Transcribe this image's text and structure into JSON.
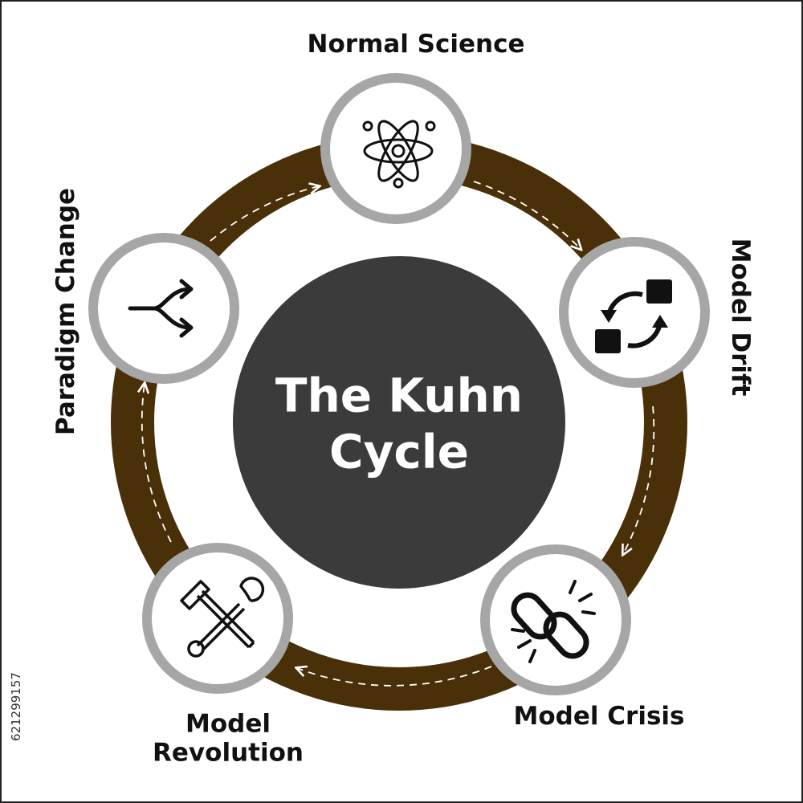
{
  "title": {
    "line1": "The Kuhn",
    "line2": "Cycle"
  },
  "stages": [
    {
      "label": "Normal Science",
      "icon": "atom-icon"
    },
    {
      "label": "Model Drift",
      "icon": "swap-arrows-icon"
    },
    {
      "label": "Model Crisis",
      "icon": "broken-link-icon"
    },
    {
      "label_line1": "Model",
      "label_line2": "Revolution",
      "icon": "tools-icon"
    },
    {
      "label": "Paradigm Change",
      "icon": "split-arrows-icon"
    }
  ],
  "stock_id": "621299157",
  "colors": {
    "ring": "#4a3008",
    "center": "#3b3b3b",
    "node_border": "#a6a6a6",
    "node_fill": "#ffffff",
    "icon": "#111111",
    "arrow": "#ffffff"
  }
}
